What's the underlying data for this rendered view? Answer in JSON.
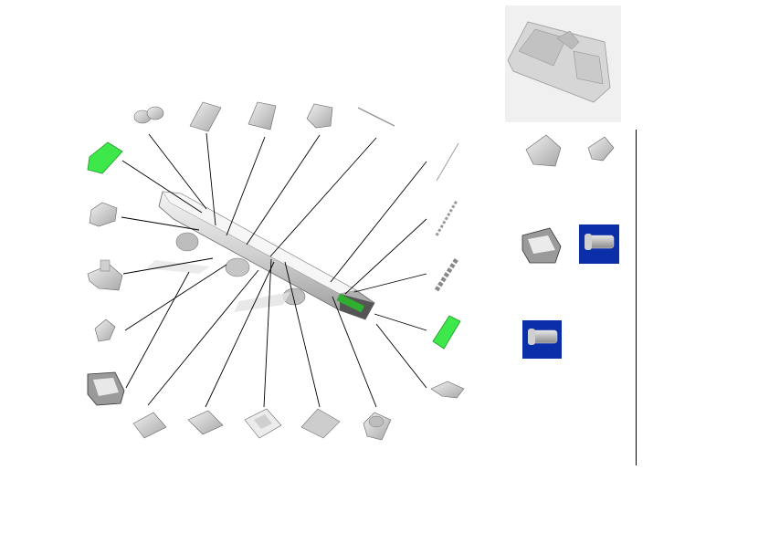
{
  "parts": [
    {
      "name": "green-keypad-part",
      "kind": "keypad",
      "color": "#3ee84a"
    },
    {
      "name": "bracket-part",
      "kind": "bracket"
    },
    {
      "name": "hinge-clamp-part",
      "kind": "hinge"
    },
    {
      "name": "small-clip-part",
      "kind": "clip"
    },
    {
      "name": "frame-part",
      "kind": "frame"
    },
    {
      "name": "twin-knob-part",
      "kind": "knobs"
    },
    {
      "name": "button-grid-part",
      "kind": "grid"
    },
    {
      "name": "cover-part",
      "kind": "cover"
    },
    {
      "name": "housing-part",
      "kind": "housing"
    },
    {
      "name": "bead-chain-part",
      "kind": "chain"
    },
    {
      "name": "lcd-panel-part",
      "kind": "lcd"
    },
    {
      "name": "plate-part",
      "kind": "plate"
    },
    {
      "name": "mount-part",
      "kind": "mount"
    }
  ],
  "highlight_colors": {
    "keypad": "#3ee84a",
    "thumbnail_bg": "#0b2fa8",
    "line": "#000000",
    "part": "#d8d8d8"
  },
  "reference_panel": {
    "name": "control-panel-assembly-image"
  }
}
